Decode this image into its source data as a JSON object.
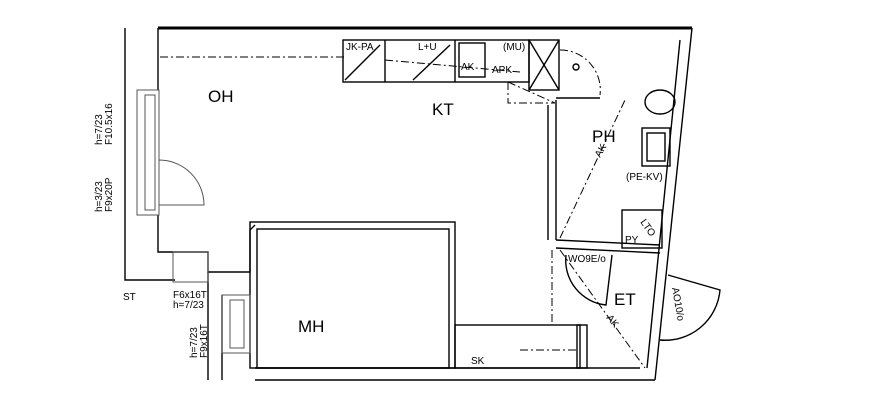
{
  "rooms": {
    "oh": "OH",
    "kt": "KT",
    "ph": "PH",
    "et": "ET",
    "mh": "MH"
  },
  "fixtures": {
    "jk_pa": "JK-PA",
    "l_u": "L+U",
    "ak_sink": "AK",
    "mu": "(MU)",
    "apk": "APK",
    "pe_kv": "(PE-KV)",
    "lto": "LTO",
    "py": "PY",
    "sk": "SK",
    "st": "ST",
    "ak_line_ph": "AK",
    "ak_line_et": "AK"
  },
  "doors": {
    "wo9e": "WO9E/o",
    "ao10": "AO10/o"
  },
  "windows": [
    {
      "code": "F10.5x16",
      "height": "h=7/23"
    },
    {
      "code": "F9x20P",
      "height": "h=3/23"
    },
    {
      "code": "F6x16T",
      "height": "h=7/23"
    },
    {
      "code": "F9x16T",
      "height": "h=7/23"
    }
  ]
}
